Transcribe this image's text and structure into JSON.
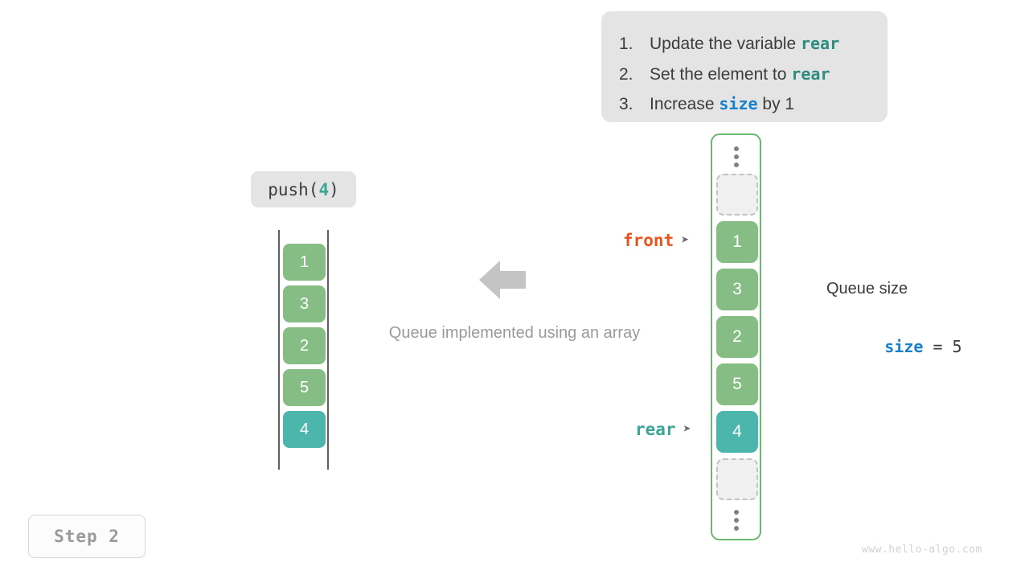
{
  "instructions": {
    "steps": [
      {
        "num": "1.",
        "pre": "Update the variable ",
        "code": "rear",
        "code_kind": "rear",
        "post": ""
      },
      {
        "num": "2.",
        "pre": "Set the element to ",
        "code": "rear",
        "code_kind": "rear",
        "post": ""
      },
      {
        "num": "3.",
        "pre": "Increase ",
        "code": "size",
        "code_kind": "size",
        "post": " by 1"
      }
    ]
  },
  "operation": {
    "name": "push(",
    "argument": "4",
    "close": ")"
  },
  "left_array": {
    "cells": [
      {
        "value": "1",
        "kind": "green"
      },
      {
        "value": "3",
        "kind": "green"
      },
      {
        "value": "2",
        "kind": "green"
      },
      {
        "value": "5",
        "kind": "green"
      },
      {
        "value": "4",
        "kind": "teal"
      }
    ]
  },
  "center": {
    "arrow_direction": "left",
    "caption": "Queue implemented using an array"
  },
  "queue": {
    "slots": [
      {
        "type": "dots"
      },
      {
        "type": "empty"
      },
      {
        "type": "value",
        "value": "1",
        "kind": "green"
      },
      {
        "type": "value",
        "value": "3",
        "kind": "green"
      },
      {
        "type": "value",
        "value": "2",
        "kind": "green"
      },
      {
        "type": "value",
        "value": "5",
        "kind": "green"
      },
      {
        "type": "value",
        "value": "4",
        "kind": "teal"
      },
      {
        "type": "empty"
      },
      {
        "type": "dots"
      }
    ]
  },
  "pointers": {
    "front": {
      "label": "front",
      "marker": "➤",
      "color": "#e8541e"
    },
    "rear": {
      "label": "rear",
      "marker": "➤",
      "color": "#3aa596"
    }
  },
  "size_info": {
    "title": "Queue size",
    "var": "size",
    "equals": " = ",
    "value": "5"
  },
  "step_badge": {
    "label": "Step 2"
  },
  "watermark": {
    "text": "www.hello-algo.com"
  },
  "colors": {
    "green": "#85bd85",
    "teal": "#4db6ac",
    "accent_rear": "#3aa596",
    "accent_size": "#1680cc",
    "accent_front": "#e8541e",
    "panel_bg": "#e4e4e4",
    "container_border": "#6cb86c",
    "muted": "#9a9a9a"
  }
}
